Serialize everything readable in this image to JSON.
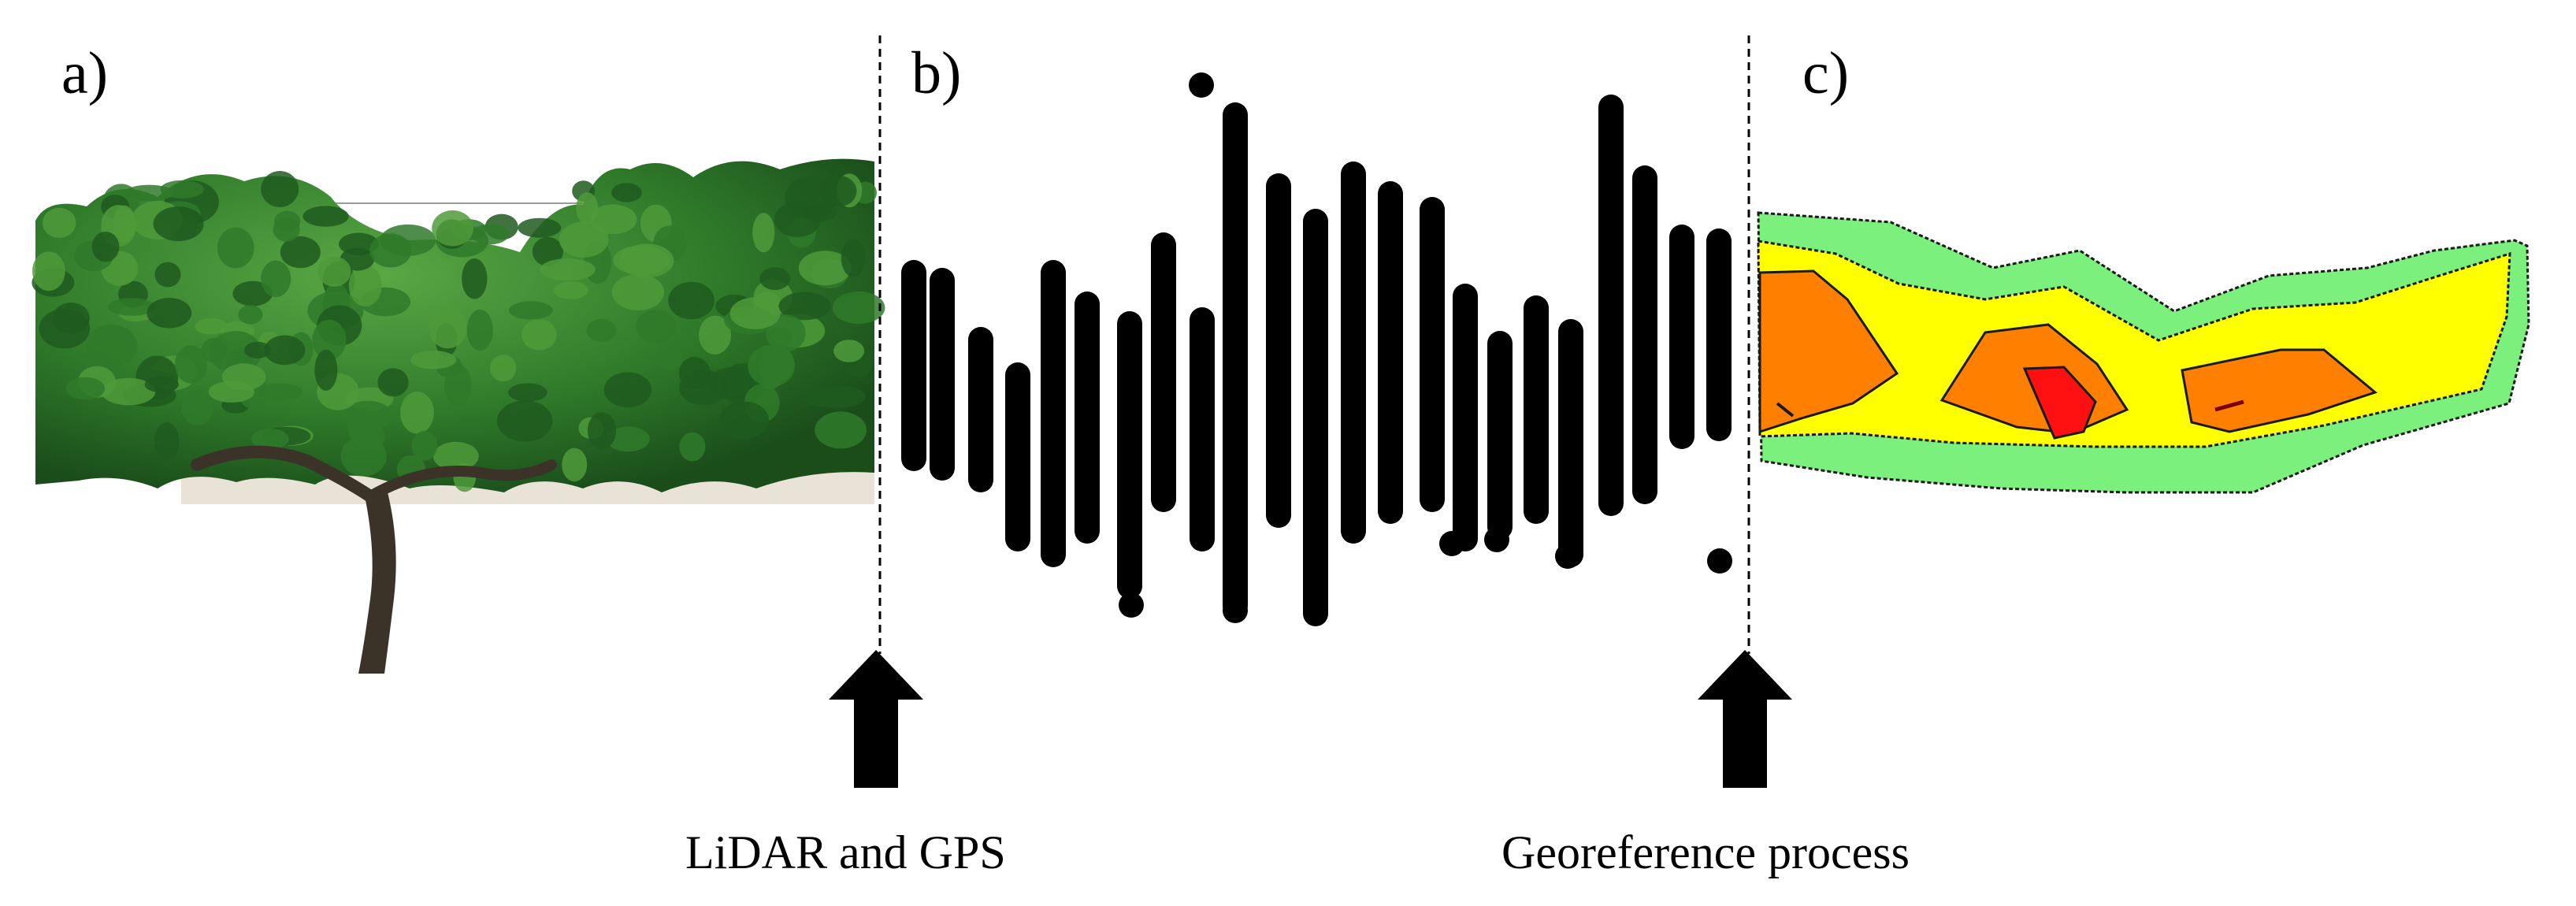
{
  "panels": {
    "a": {
      "label": "a)"
    },
    "b": {
      "label": "b)"
    },
    "c": {
      "label": "c)"
    }
  },
  "arrows": {
    "first": {
      "label": "LiDAR and GPS",
      "icon": "up-arrow-icon"
    },
    "second": {
      "label": "Georeference process",
      "icon": "up-arrow-icon"
    }
  },
  "colors": {
    "foliage_dark": "#1f5a1f",
    "foliage_mid": "#2f7a2a",
    "foliage_light": "#4f9a3a",
    "trunk": "#3b3328",
    "points": "#000000",
    "map_outer": "#7cf07c",
    "map_yellow": "#ffff00",
    "map_orange": "#ff7f00",
    "map_red": "#ff1010",
    "divider": "#000000"
  }
}
